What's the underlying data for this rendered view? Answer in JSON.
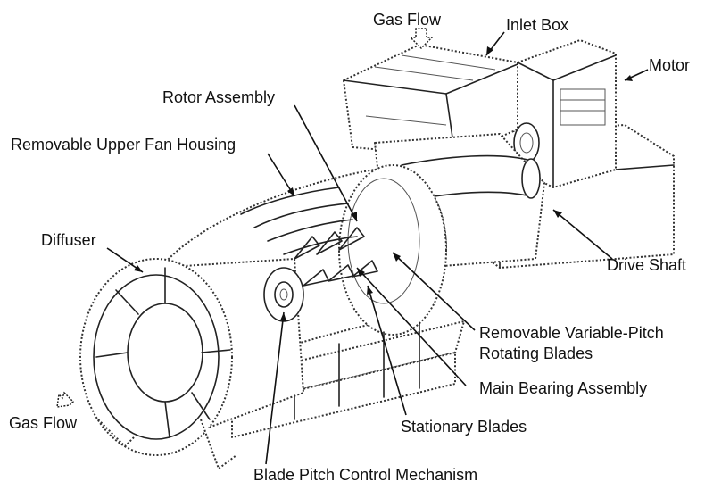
{
  "labels": {
    "gas_flow_top": "Gas Flow",
    "inlet_box": "Inlet Box",
    "motor": "Motor",
    "rotor_assembly": "Rotor Assembly",
    "removable_upper_fan_housing": "Removable Upper Fan Housing",
    "diffuser": "Diffuser",
    "drive_shaft": "Drive Shaft",
    "removable_blades_line1": "Removable Variable-Pitch",
    "removable_blades_line2": "Rotating Blades",
    "main_bearing_assembly": "Main Bearing Assembly",
    "gas_flow_bottom": "Gas Flow",
    "stationary_blades": "Stationary Blades",
    "blade_pitch_control": "Blade Pitch Control Mechanism"
  }
}
